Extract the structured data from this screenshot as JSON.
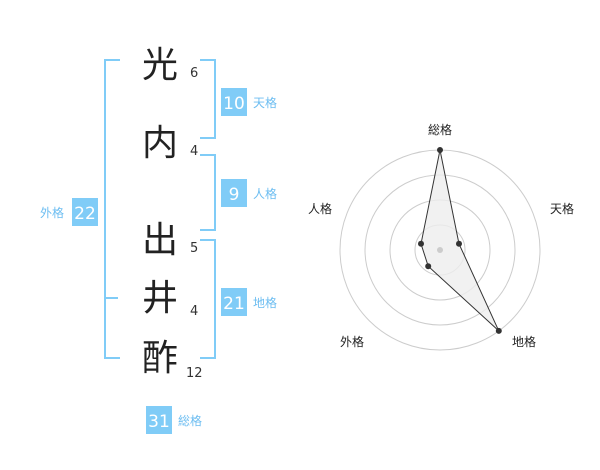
{
  "colors": {
    "accent": "#80ccf7",
    "label": "#6cbdf1",
    "kanji": "#222222",
    "stroke_count": "#333333",
    "grid": "#cccccc",
    "polygon_fill": "#eeeeee",
    "polygon_stroke": "#333333",
    "point": "#333333"
  },
  "name": {
    "characters": [
      {
        "char": "光",
        "strokes": "6"
      },
      {
        "char": "内",
        "strokes": "4"
      },
      {
        "char": "出",
        "strokes": "5"
      },
      {
        "char": "井",
        "strokes": "4"
      },
      {
        "char": "酢",
        "strokes": "12"
      }
    ]
  },
  "fortunes": {
    "tenkaku": {
      "label": "天格",
      "value": "10"
    },
    "jinkaku": {
      "label": "人格",
      "value": "9"
    },
    "chikaku": {
      "label": "地格",
      "value": "21"
    },
    "gaikaku": {
      "label": "外格",
      "value": "22"
    },
    "soukaku": {
      "label": "総格",
      "value": "31"
    }
  },
  "chart_data": {
    "type": "radar",
    "axes": [
      "総格",
      "天格",
      "地格",
      "外格",
      "人格"
    ],
    "values": [
      5,
      1,
      5,
      1,
      1
    ],
    "max": 5,
    "rings": 4
  }
}
